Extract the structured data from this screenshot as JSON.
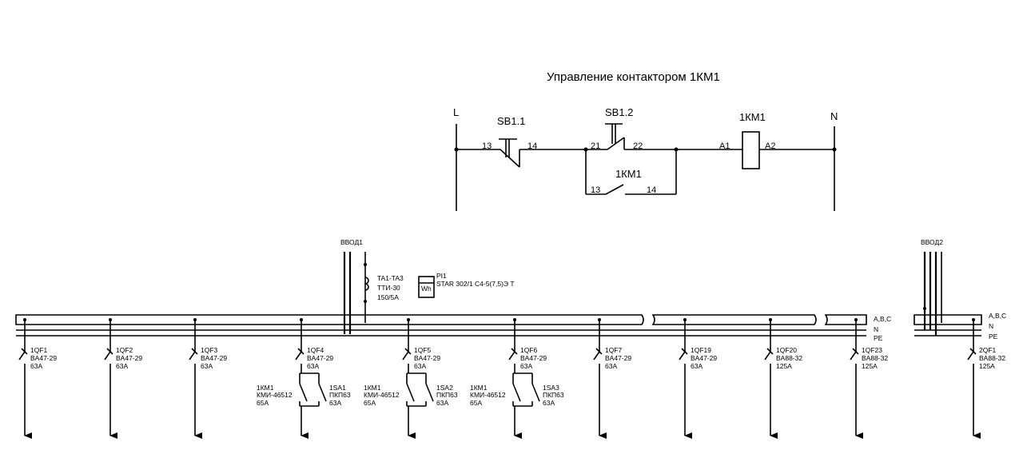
{
  "control": {
    "title": "Управление контактором 1КМ1",
    "line_L": "L",
    "line_N": "N",
    "sb11": {
      "name": "SB1.1",
      "t1": "13",
      "t2": "14"
    },
    "sb12": {
      "name": "SB1.2",
      "t1": "21",
      "t2": "22"
    },
    "km1_coil": {
      "name": "1КМ1",
      "a1": "A1",
      "a2": "A2"
    },
    "km1_contact": {
      "name": "1КМ1",
      "t1": "13",
      "t2": "14"
    }
  },
  "inputs": {
    "input1": "ВВОД1",
    "input2": "ВВОД2"
  },
  "transformer": {
    "lines": [
      "TA1-TA3",
      "ТТИ-30",
      "150/5А"
    ]
  },
  "meter": {
    "name": "PI1",
    "symbol": "Wh",
    "model": "STAR 302/1 C4-5(7,5)Э Т"
  },
  "busbar": {
    "main_labels": [
      "A,B,C",
      "N",
      "PE"
    ],
    "section2_labels": [
      "A,B,C",
      "N",
      "PE"
    ]
  },
  "feeders": [
    {
      "lines": [
        "1QF1",
        "BA47-29",
        "63A"
      ]
    },
    {
      "lines": [
        "1QF2",
        "BA47-29",
        "63A"
      ]
    },
    {
      "lines": [
        "1QF3",
        "BA47-29",
        "63A"
      ]
    },
    {
      "lines": [
        "1QF4",
        "BA47-29",
        "63A"
      ],
      "contactor": [
        "1КМ1",
        "КМИ-46512",
        "65А"
      ],
      "switch": [
        "1SA1",
        "ПКП63",
        "63A"
      ]
    },
    {
      "lines": [
        "1QF5",
        "BA47-29",
        "63A"
      ],
      "contactor": [
        "1КМ1",
        "КМИ-46512",
        "65А"
      ],
      "switch": [
        "1SA2",
        "ПКП63",
        "63A"
      ]
    },
    {
      "lines": [
        "1QF6",
        "BA47-29",
        "63A"
      ],
      "contactor": [
        "1КМ1",
        "КМИ-46512",
        "65А"
      ],
      "switch": [
        "1SA3",
        "ПКП63",
        "63A"
      ]
    },
    {
      "lines": [
        "1QF7",
        "BA47-29",
        "63A"
      ]
    },
    {
      "lines": [
        "1QF19",
        "BA47-29",
        "63A"
      ]
    },
    {
      "lines": [
        "1QF20",
        "BA88-32",
        "125A"
      ]
    },
    {
      "lines": [
        "1QF23",
        "BA88-32",
        "125A"
      ]
    },
    {
      "lines": [
        "2QF1",
        "BA88-32",
        "125A"
      ]
    }
  ]
}
